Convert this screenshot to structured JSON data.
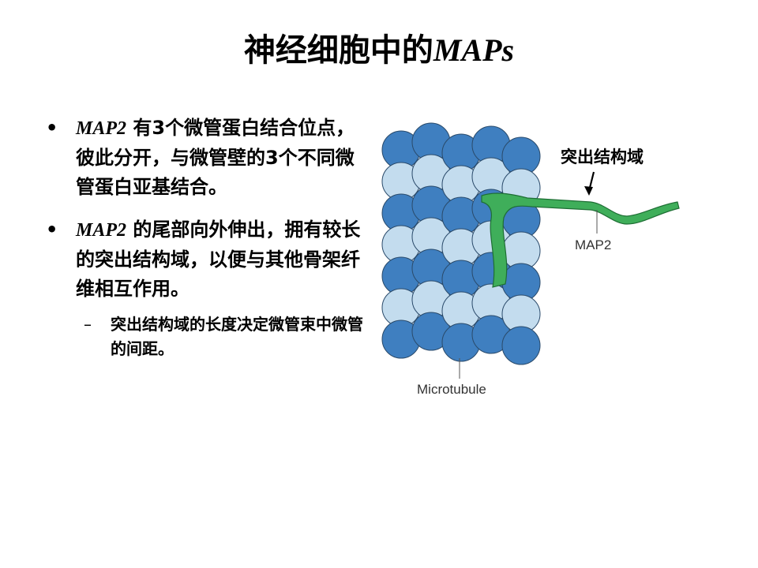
{
  "slide": {
    "title_cn": "神经细胞中的",
    "title_latin": "MAPs"
  },
  "bullets": [
    {
      "marker": "•",
      "latin": "MAP2",
      "text": " 有3个微管蛋白结合位点，彼此分开，与微管壁的3个不同微管蛋白亚基结合。"
    },
    {
      "marker": "•",
      "latin": "MAP2",
      "text": " 的尾部向外伸出，拥有较长的突出结构域，以便与其他骨架纤维相互作用。"
    }
  ],
  "sub_bullet": {
    "marker": "–",
    "text": "突出结构域的长度决定微管束中微管的间距。"
  },
  "figure": {
    "callout_label": "突出结构域",
    "map2_label": "MAP2",
    "microtubule_label": "Microtubule",
    "colors": {
      "dark_subunit": "#3f7fc0",
      "light_subunit": "#c3dcee",
      "map2_protein": "#3fae5a"
    },
    "icons": [
      "microtubule-illustration",
      "map2-protein-shape",
      "arrow-down-icon"
    ]
  }
}
